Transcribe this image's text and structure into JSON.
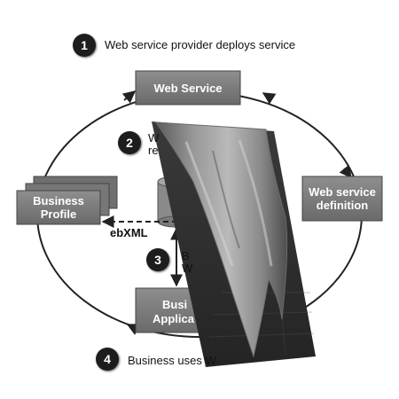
{
  "steps": [
    {
      "number": "1",
      "text": "Web service provider deploys service"
    },
    {
      "number": "2",
      "text_line1": "W",
      "text_line2": "re"
    },
    {
      "number": "3",
      "text_line1": "B",
      "text_line2": "W"
    },
    {
      "number": "4",
      "text": "Business uses W"
    }
  ],
  "boxes": {
    "web_service": "Web Service",
    "web_service_definition_line1": "Web service",
    "web_service_definition_line2": "definition",
    "business_profile_line1": "Business",
    "business_profile_line2": "Profile",
    "business_app_line1": "Busi",
    "business_app_line2": "Applica"
  },
  "connector_label": "ebXML",
  "colors": {
    "box_fill": "#7b7b7b",
    "box_dark": "#5e5e5e",
    "text": "#111111",
    "badge": "#1d1d1d"
  }
}
